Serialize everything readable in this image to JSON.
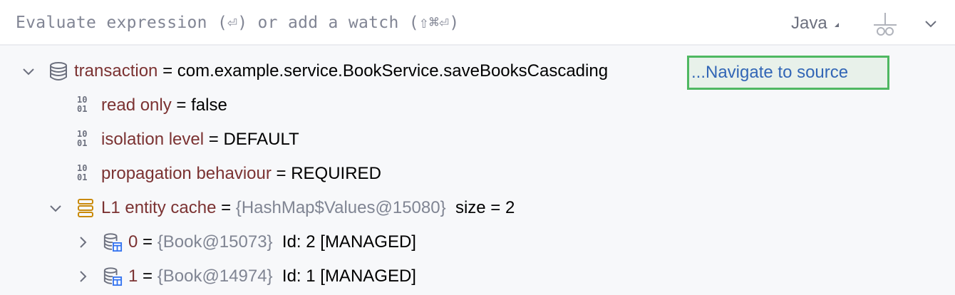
{
  "toolbar": {
    "eval_placeholder": "Evaluate expression (⏎) or add a watch (⇧⌘⏎)",
    "language": "Java",
    "add_watch_icon": "add-watch-icon",
    "expand_icon": "chevron-down-icon"
  },
  "tree": {
    "transaction": {
      "name": "transaction",
      "eq": " = ",
      "value": "com.example.service.BookService.saveBooksCascading",
      "link": "...Navigate to source",
      "expanded": true,
      "icon": "database-icon"
    },
    "fields": [
      {
        "name": "read only",
        "eq": " = ",
        "value": "false",
        "icon": "binary-icon"
      },
      {
        "name": "isolation level",
        "eq": " = ",
        "value": "DEFAULT",
        "icon": "binary-icon"
      },
      {
        "name": "propagation behaviour",
        "eq": " = ",
        "value": "REQUIRED",
        "icon": "binary-icon"
      }
    ],
    "cache": {
      "name": "L1 entity cache",
      "eq": " = ",
      "ref": "{HashMap$Values@15080}",
      "extra": "size = 2",
      "expanded": true,
      "icon": "stack-icon"
    },
    "entries": [
      {
        "name": "0",
        "eq": " = ",
        "ref": "{Book@15073}",
        "extra": "Id: 2 [MANAGED]",
        "icon": "entity-icon"
      },
      {
        "name": "1",
        "eq": " = ",
        "ref": "{Book@14974}",
        "extra": "Id: 1 [MANAGED]",
        "icon": "entity-icon"
      }
    ]
  },
  "colors": {
    "name": "#7b3232",
    "ref": "#808593",
    "link": "#3266b6",
    "highlight_border": "#4fb862",
    "accent_blue": "#3574f0",
    "cache_icon": "#c98a0a"
  }
}
